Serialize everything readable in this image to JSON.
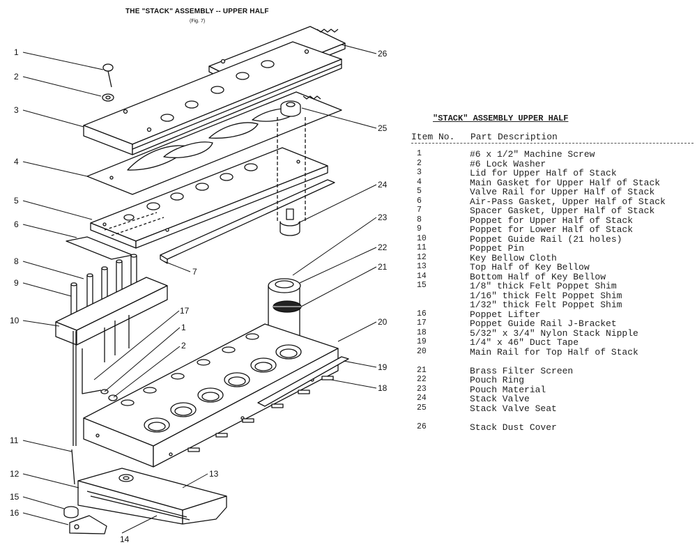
{
  "header": {
    "title": "THE \"STACK\" ASSEMBLY -- UPPER HALF",
    "figure": "(Fig. 7)"
  },
  "callouts": [
    "1",
    "2",
    "3",
    "4",
    "5",
    "6",
    "7",
    "8",
    "9",
    "10",
    "11",
    "12",
    "15",
    "16",
    "14",
    "13",
    "17",
    "1",
    "2",
    "26",
    "25",
    "24",
    "23",
    "22",
    "21",
    "20",
    "19",
    "18"
  ],
  "legend": {
    "title": "\"STACK\" ASSEMBLY UPPER HALF",
    "col_item": "Item No.",
    "col_desc": "Part Description",
    "rows": [
      {
        "no": "1",
        "desc": "#6 x 1/2\" Machine Screw"
      },
      {
        "no": "2",
        "desc": "#6 Lock Washer"
      },
      {
        "no": "3",
        "desc": "Lid for Upper Half of Stack"
      },
      {
        "no": "4",
        "desc": "Main Gasket for Upper Half of Stack"
      },
      {
        "no": "5",
        "desc": "Valve Rail for Upper Half of Stack"
      },
      {
        "no": "6",
        "desc": "Air-Pass Gasket, Upper Half of Stack"
      },
      {
        "no": "7",
        "desc": "Spacer Gasket, Upper Half of Stack"
      },
      {
        "no": "8",
        "desc": "Poppet for Upper Half of Stack"
      },
      {
        "no": "9",
        "desc": "Poppet for Lower Half of Stack"
      },
      {
        "no": "10",
        "desc": "Poppet Guide Rail (21 holes)"
      },
      {
        "no": "11",
        "desc": "Poppet Pin"
      },
      {
        "no": "12",
        "desc": "Key Bellow Cloth"
      },
      {
        "no": "13",
        "desc": "Top Half of Key Bellow"
      },
      {
        "no": "14",
        "desc": "Bottom Half of Key Bellow"
      },
      {
        "no": "15",
        "desc": "1/8\" thick Felt Poppet Shim"
      },
      {
        "no": "",
        "desc": "1/16\" thick Felt Poppet Shim"
      },
      {
        "no": "",
        "desc": "1/32\" thick Felt Poppet Shim"
      },
      {
        "no": "16",
        "desc": "Poppet Lifter"
      },
      {
        "no": "17",
        "desc": "Poppet Guide Rail J-Bracket"
      },
      {
        "no": "18",
        "desc": "5/32\" x 3/4\"  Nylon Stack Nipple"
      },
      {
        "no": "19",
        "desc": "1/4\" x 46\" Duct Tape"
      },
      {
        "no": "20",
        "desc": "Main Rail for Top Half of Stack"
      },
      {
        "no": "21",
        "desc": "Brass Filter Screen"
      },
      {
        "no": "22",
        "desc": "Pouch Ring"
      },
      {
        "no": "23",
        "desc": "Pouch Material"
      },
      {
        "no": "24",
        "desc": "Stack Valve"
      },
      {
        "no": "25",
        "desc": "Stack Valve Seat"
      },
      {
        "no": "26",
        "desc": "Stack Dust Cover"
      }
    ]
  }
}
